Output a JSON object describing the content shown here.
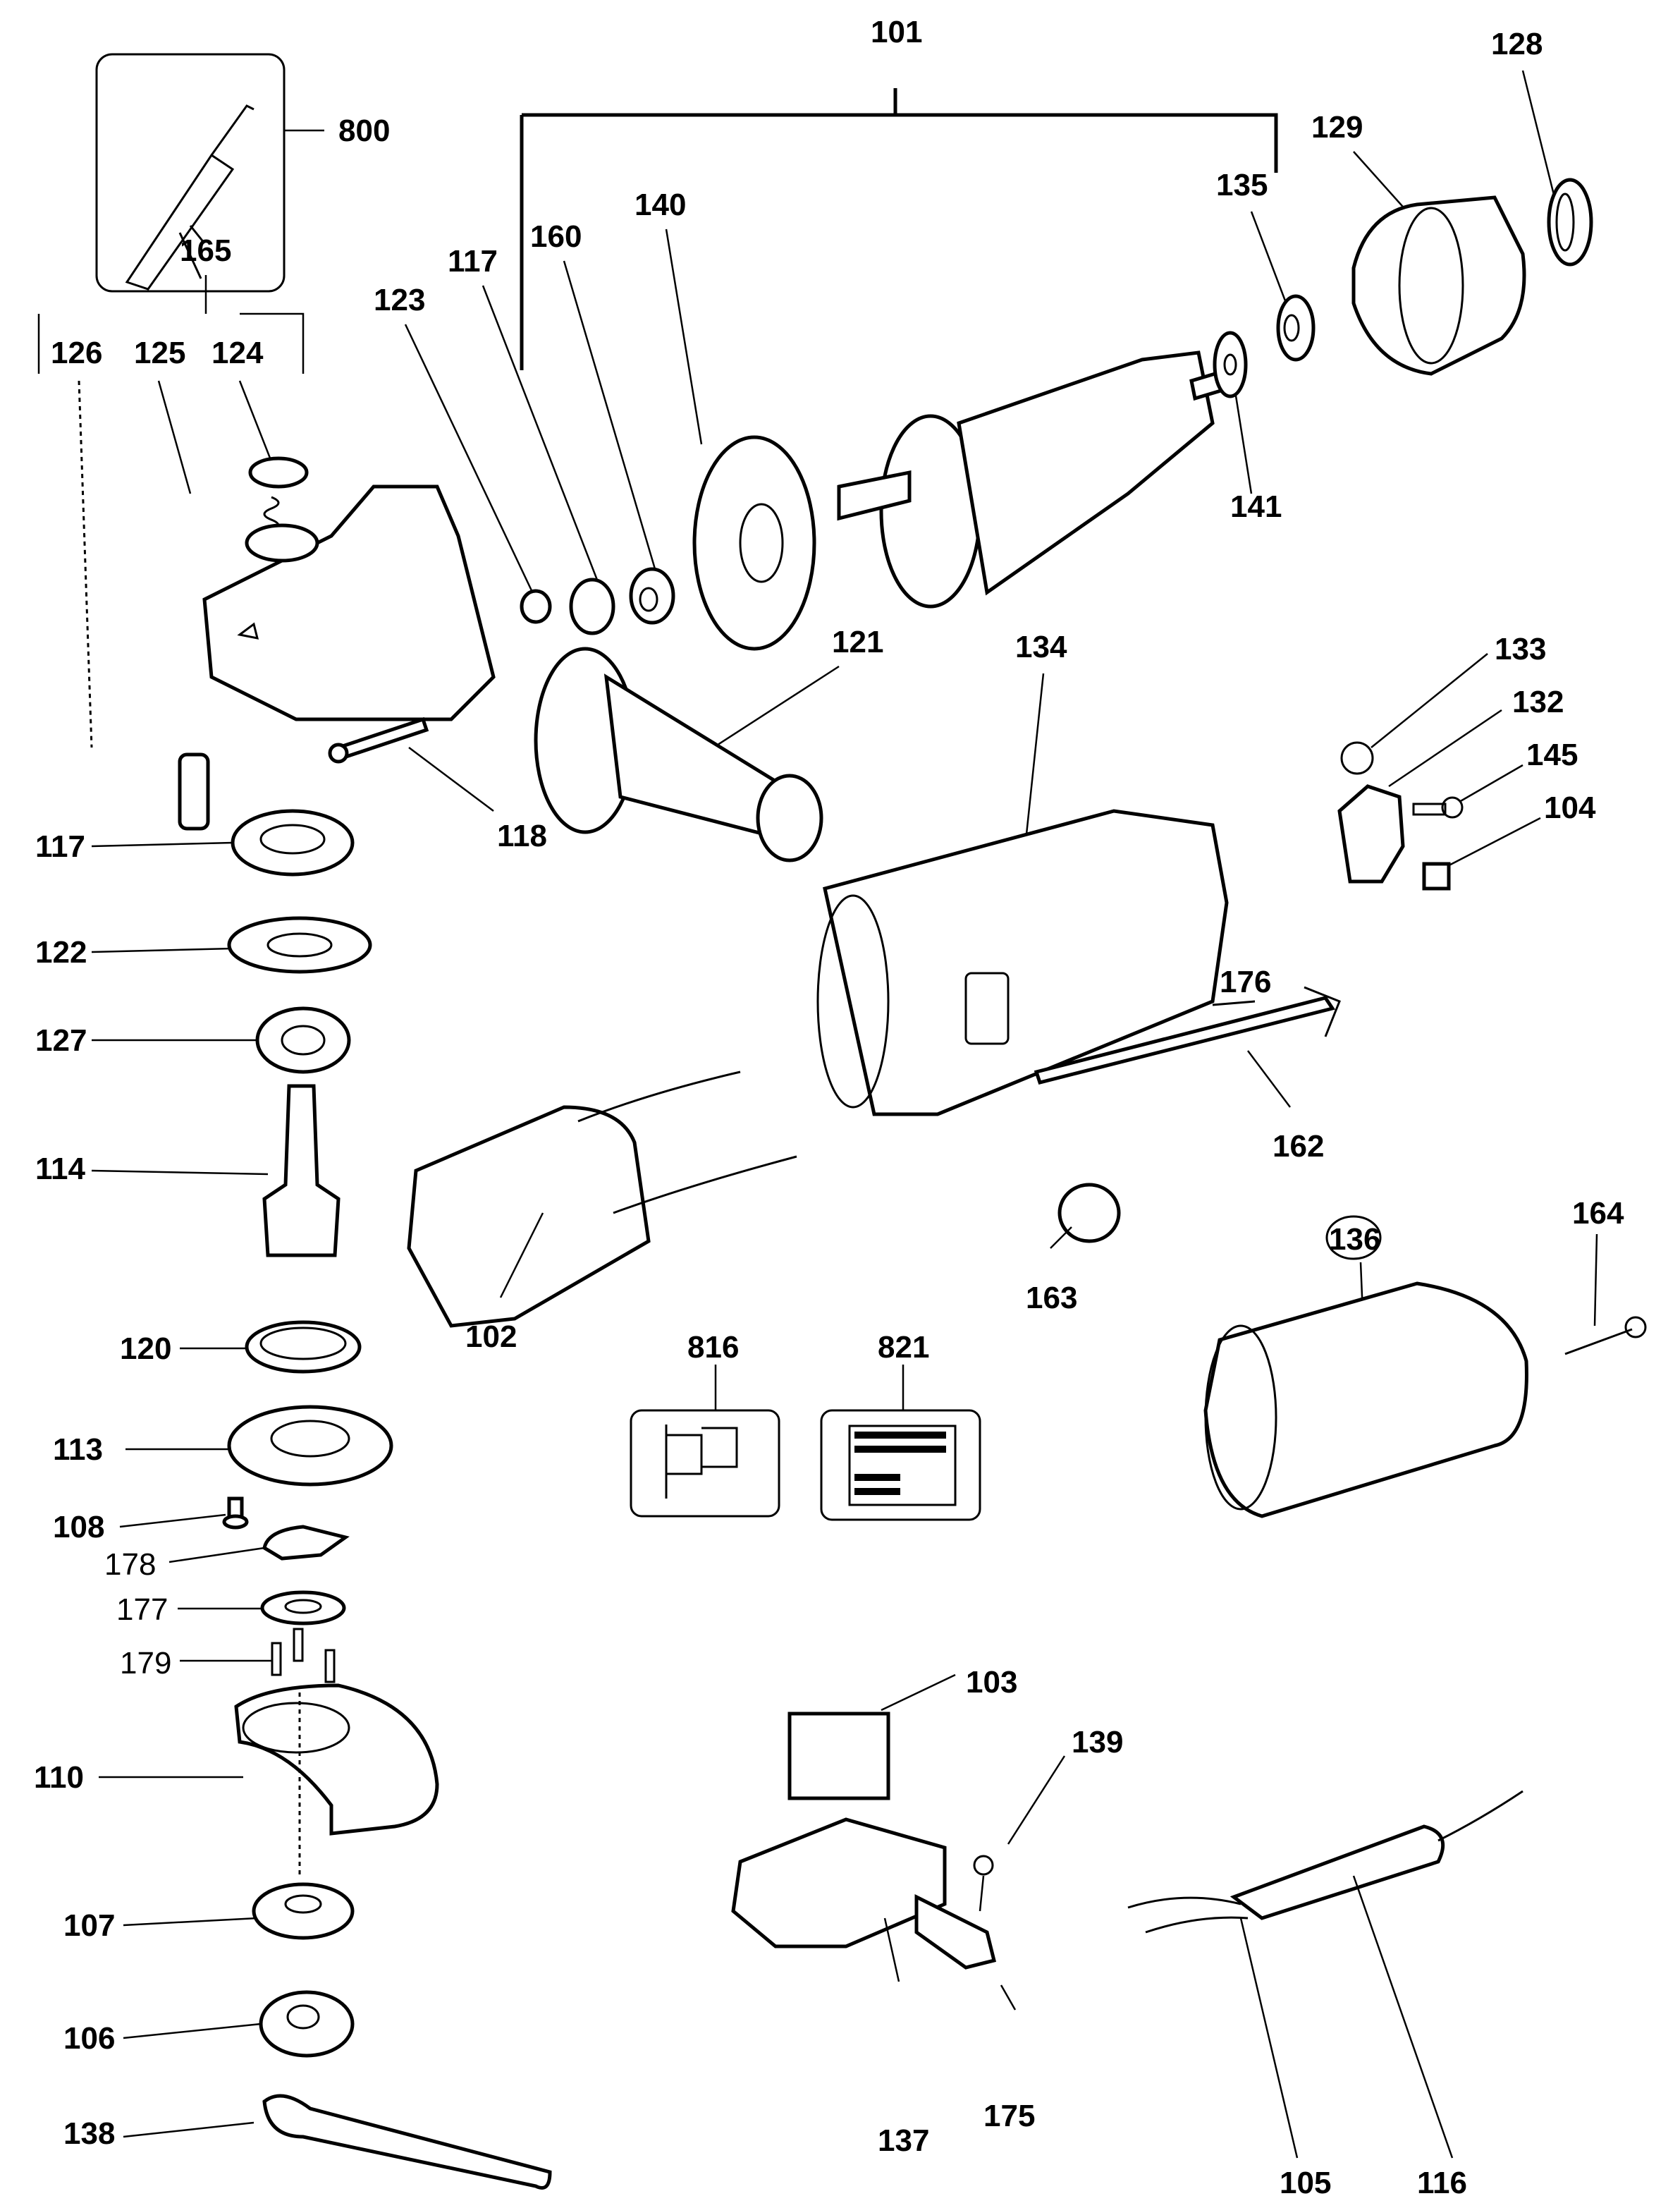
{
  "diagram": {
    "title": "Angle grinder exploded parts diagram",
    "colors": {
      "line": "#000000",
      "background": "#ffffff"
    },
    "assembly_labels": {
      "armature_assembly": "101",
      "gear_assembly": "165"
    },
    "parts": {
      "p800": "800",
      "p165": "165",
      "p126": "126",
      "p125": "125",
      "p124": "124",
      "p123": "123",
      "p117a": "117",
      "p160": "160",
      "p140": "140",
      "p101": "101",
      "p135": "135",
      "p141": "141",
      "p129": "129",
      "p128": "128",
      "p121": "121",
      "p118": "118",
      "p117b": "117",
      "p122": "122",
      "p127": "127",
      "p114": "114",
      "p120": "120",
      "p113": "113",
      "p108": "108",
      "p178": "178",
      "p177": "177",
      "p179": "179",
      "p110": "110",
      "p107": "107",
      "p106": "106",
      "p138": "138",
      "p102": "102",
      "p134": "134",
      "p133": "133",
      "p132": "132",
      "p145": "145",
      "p104": "104",
      "p176": "176",
      "p162": "162",
      "p163": "163",
      "p816": "816",
      "p821": "821",
      "p136": "136",
      "p164": "164",
      "p103": "103",
      "p139": "139",
      "p137": "137",
      "p175": "175",
      "p105": "105",
      "p116": "116"
    }
  }
}
